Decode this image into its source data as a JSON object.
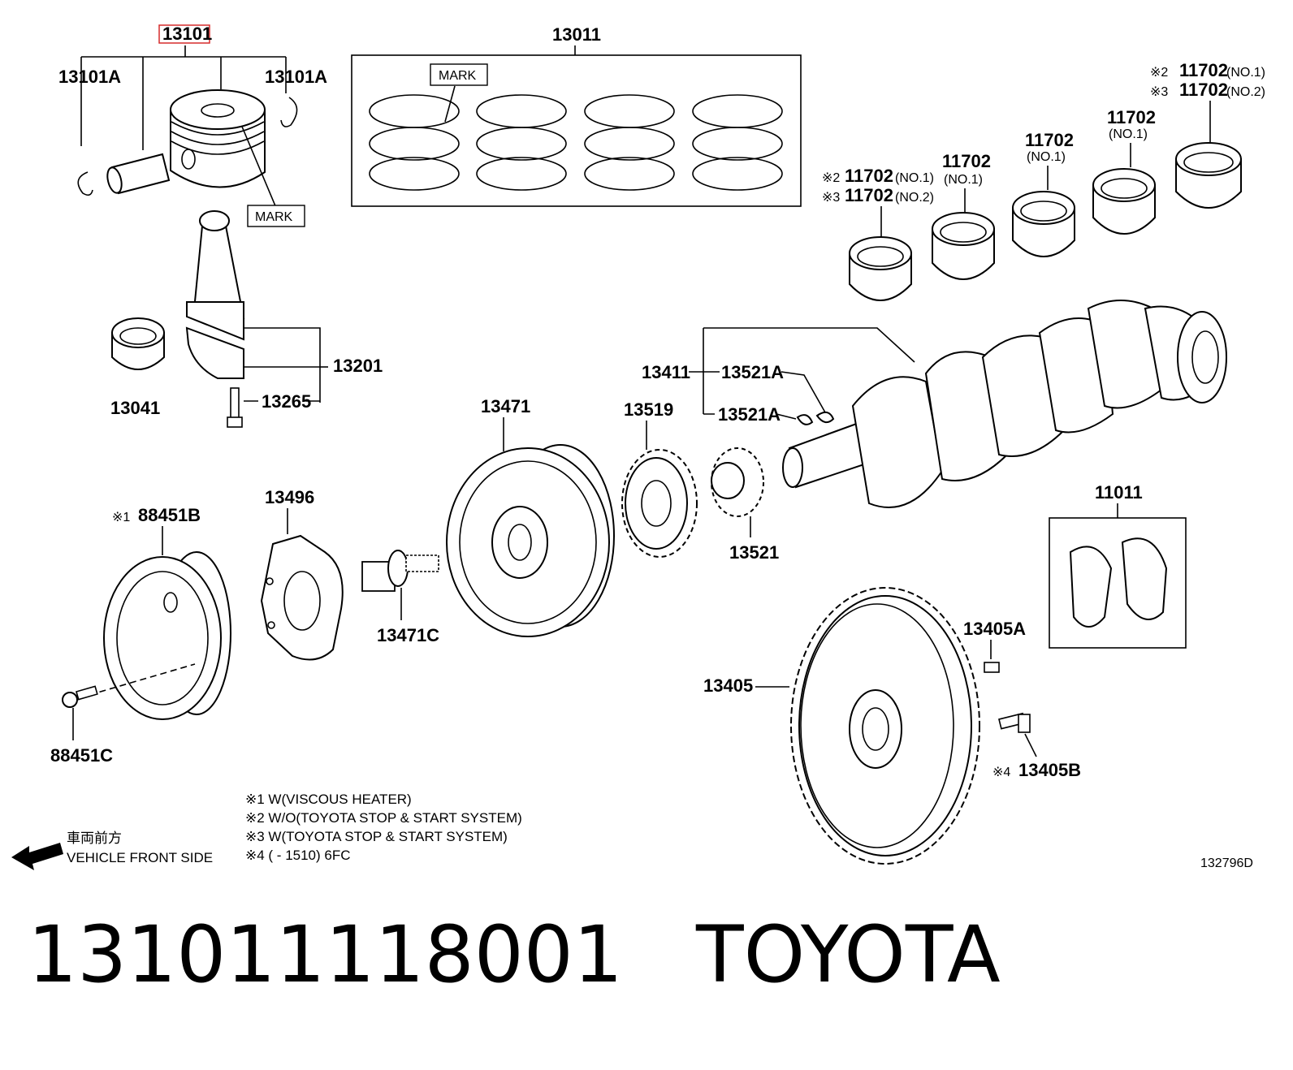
{
  "labels": {
    "piston_set": "13101",
    "snap_ring_left": "13101A",
    "snap_ring_right": "13101A",
    "mark_piston": "MARK",
    "ring_set": "13011",
    "mark_ring": "MARK",
    "bearing_a_note1": "※2",
    "bearing_a_pn1": "11702",
    "bearing_a_sub1": "(NO.1)",
    "bearing_a_note2": "※3",
    "bearing_a_pn2": "11702",
    "bearing_a_sub2": "(NO.2)",
    "bearing_b_pn": "11702",
    "bearing_b_sub": "(NO.1)",
    "bearing_c_pn": "11702",
    "bearing_c_sub": "(NO.1)",
    "bearing_d_pn": "11702",
    "bearing_d_sub": "(NO.1)",
    "bearing_e_note1": "※2",
    "bearing_e_pn1": "11702",
    "bearing_e_sub1": "(NO.1)",
    "bearing_e_note2": "※3",
    "bearing_e_pn2": "11702",
    "bearing_e_sub2": "(NO.2)",
    "conrod": "13201",
    "conrod_bearing": "13041",
    "conrod_bolt": "13265",
    "crankshaft": "13411",
    "key_upper": "13521A",
    "key_lower": "13521A",
    "damper_pulley": "13471",
    "crank_gear": "13519",
    "timing_sprocket": "13521",
    "thrust_washer": "11011",
    "pulley_note": "※1",
    "pulley": "88451B",
    "plate": "13496",
    "pulley_bolt": "13471C",
    "pulley_bolt_small": "88451C",
    "flywheel_pin": "13405A",
    "flywheel": "13405",
    "flywheel_bolt_note": "※4",
    "flywheel_bolt": "13405B",
    "diagram_id": "132796D"
  },
  "notes": [
    "※1 W(VISCOUS HEATER)",
    "※2 W/O(TOYOTA STOP & START SYSTEM)",
    "※3 W(TOYOTA STOP & START SYSTEM)",
    "※4 (          - 1510) 6FC"
  ],
  "direction": {
    "jp": "車両前方",
    "en": "VEHICLE FRONT SIDE"
  },
  "footer": {
    "part_number": "13101111800​1",
    "brand": "TOYOTA"
  },
  "colors": {
    "highlight": "#d62b2b",
    "line": "#000000"
  }
}
